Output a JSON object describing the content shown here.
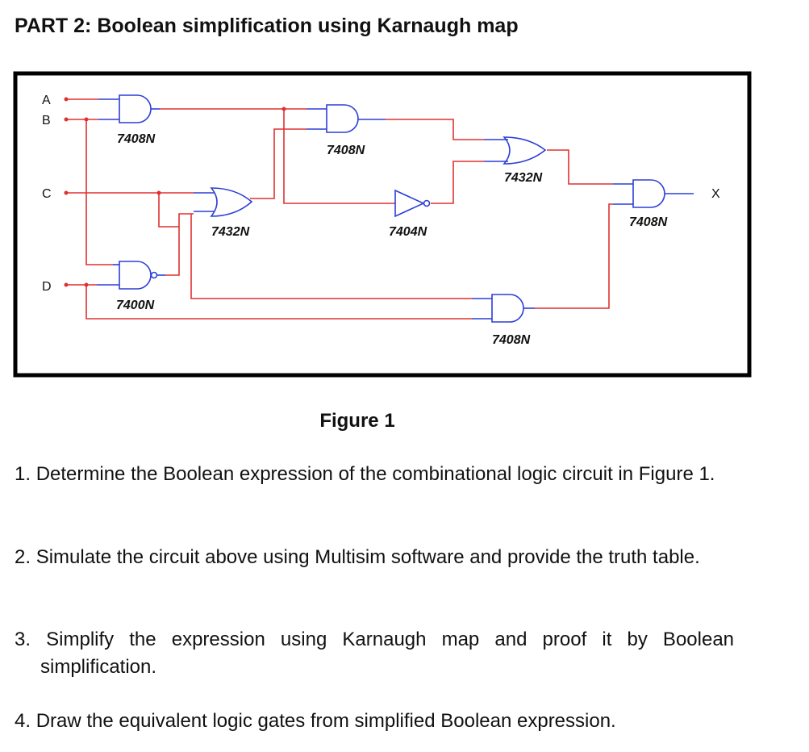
{
  "title": "PART 2: Boolean simplification using Karnaugh map",
  "figure": {
    "caption": "Figure 1",
    "inputs": [
      "A",
      "B",
      "C",
      "D"
    ],
    "output": "X",
    "gate_labels": {
      "and_ab": "7408N",
      "and_mid": "7408N",
      "or_c": "7432N",
      "not_gate": "7404N",
      "or_mid": "7432N",
      "and_final": "7408N",
      "nand_cd": "7400N",
      "and_low": "7408N"
    }
  },
  "questions": [
    {
      "number": "1.",
      "text": "Determine the Boolean expression of the combinational logic circuit in Figure 1."
    },
    {
      "number": "2.",
      "text": "Simulate the circuit above using Multisim software and provide the truth table."
    },
    {
      "number": "3.",
      "text": "Simplify the expression using Karnaugh map and proof it by Boolean simplification."
    },
    {
      "number": "4.",
      "text": "Draw the equivalent logic gates from simplified Boolean expression."
    }
  ],
  "colors": {
    "wire": "#e03030",
    "gate": "#2d3fd6",
    "frame": "#000000"
  }
}
